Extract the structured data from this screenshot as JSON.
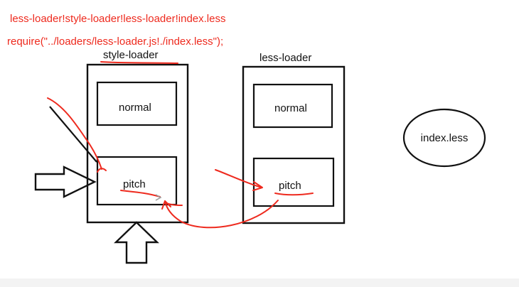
{
  "annotations": {
    "loader_chain": "less-loader!style-loader!less-loader!index.less",
    "require_call": "require(\"../loaders/less-loader.js!./index.less\");"
  },
  "loaders": [
    {
      "title": "style-loader",
      "normal": "normal",
      "pitch": "pitch"
    },
    {
      "title": "less-loader",
      "normal": "normal",
      "pitch": "pitch"
    }
  ],
  "resource": {
    "label": "index.less"
  },
  "colors": {
    "ink": "#111111",
    "red": "#ee2a1e",
    "bottom_strip": "#f3f3f3"
  }
}
